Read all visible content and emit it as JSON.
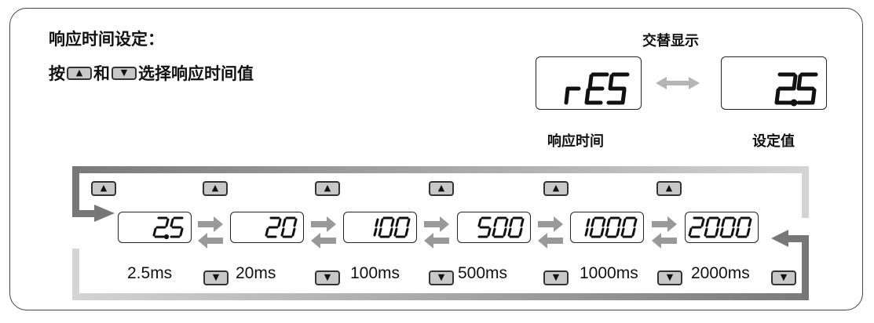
{
  "heading": "响应时间设定：",
  "instruction": {
    "prefix": "按",
    "mid": "和",
    "suffix": "选择响应时间值"
  },
  "alternate_label": "交替显示",
  "top_display_left": "rES",
  "top_display_right": "2.5",
  "label_left": "响应时间",
  "label_right": "设定值",
  "up_key": "▲",
  "down_key": "▼",
  "steps": [
    {
      "display": "2.5",
      "label": "2.5ms"
    },
    {
      "display": "20",
      "label": "20ms"
    },
    {
      "display": "100",
      "label": "100ms"
    },
    {
      "display": "500",
      "label": "500ms"
    },
    {
      "display": "1000",
      "label": "1000ms"
    },
    {
      "display": "2000",
      "label": "2000ms"
    }
  ],
  "colors": {
    "arrow_gray": "#9a9a9a",
    "key_fill": "#c8c8c8"
  }
}
